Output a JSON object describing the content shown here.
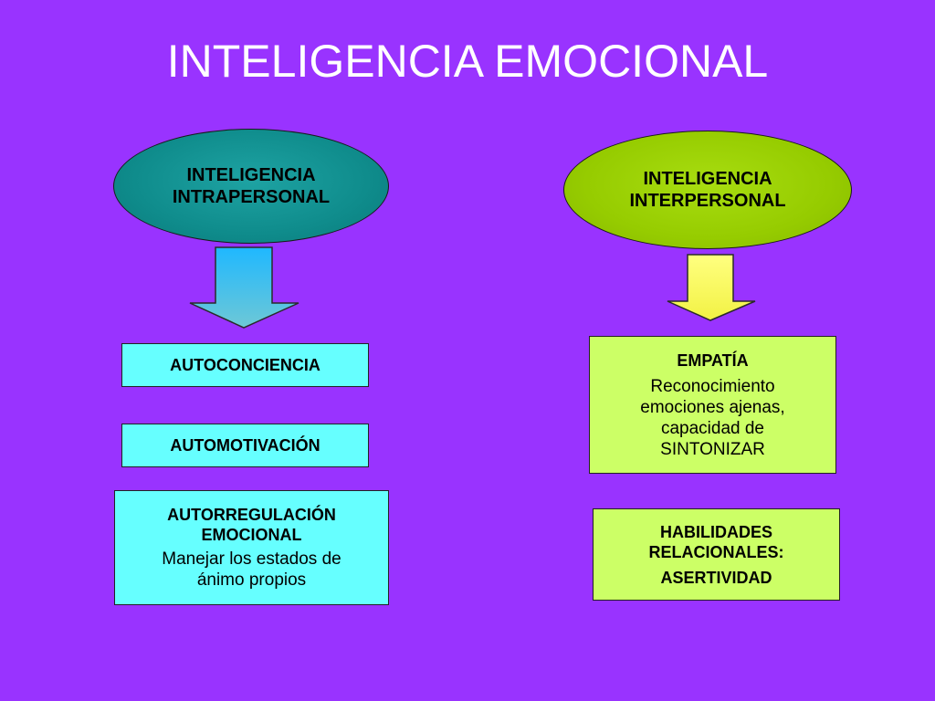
{
  "title": "INTELIGENCIA EMOCIONAL",
  "left": {
    "ellipse": {
      "line1": "INTELIGENCIA",
      "line2": "INTRAPERSONAL"
    },
    "boxes": [
      {
        "heading": "AUTOCONCIENCIA"
      },
      {
        "heading": "AUTOMOTIVACIÓN"
      },
      {
        "heading_line1": "AUTORREGULACIÓN",
        "heading_line2": "EMOCIONAL",
        "body_line1": "Manejar los estados de",
        "body_line2": "ánimo propios"
      }
    ]
  },
  "right": {
    "ellipse": {
      "line1": "INTELIGENCIA",
      "line2": "INTERPERSONAL"
    },
    "boxes": [
      {
        "heading": "EMPATÍA",
        "body_line1": "Reconocimiento",
        "body_line2": "emociones ajenas,",
        "body_line3": "capacidad de",
        "body_line4": "SINTONIZAR"
      },
      {
        "heading_line1": "HABILIDADES",
        "heading_line2": "RELACIONALES:",
        "heading_line3": "ASERTIVIDAD"
      }
    ]
  },
  "colors": {
    "background": "#9933ff",
    "left_ellipse": "#0f8c8c",
    "right_ellipse": "#96cc00",
    "left_boxes": "#66ffff",
    "right_boxes": "#ccff66",
    "left_arrow": "#33ccff",
    "right_arrow": "#ffff66"
  }
}
